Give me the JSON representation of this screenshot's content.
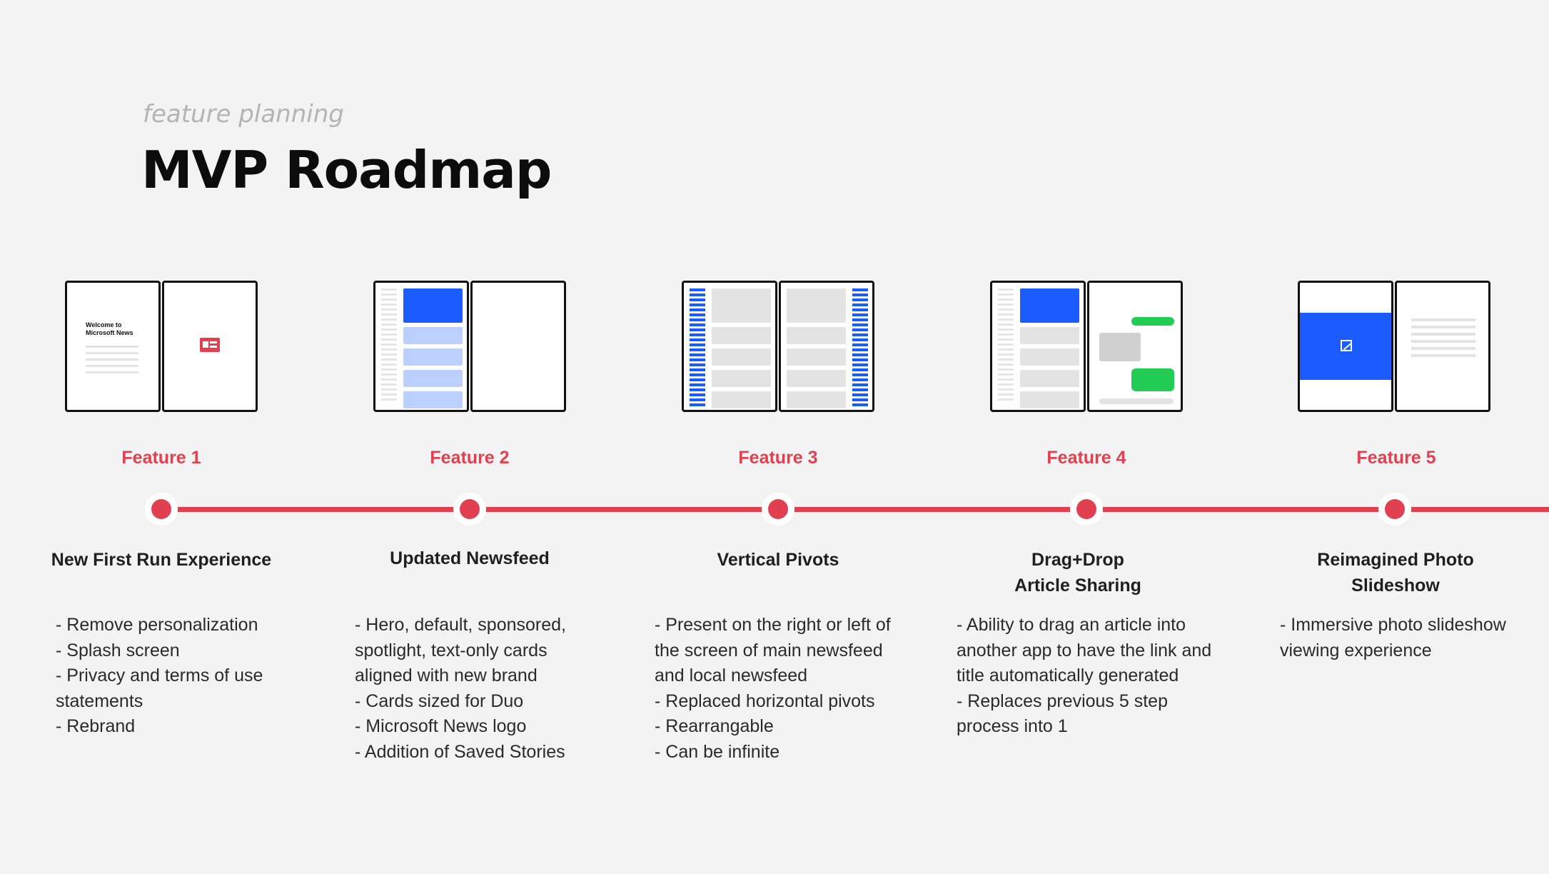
{
  "header": {
    "subtitle": "feature planning",
    "title": "MVP Roadmap"
  },
  "colors": {
    "accent": "#e0404f",
    "blue": "#1a5cff",
    "light_blue": "#bcd0ff",
    "green": "#22cc55",
    "gray": "#e3e3e3"
  },
  "features": [
    {
      "label": "Feature 1",
      "title": "New First Run Experience",
      "mock_welcome": "Welcome to Microsoft News",
      "bullets": [
        "- Remove personalization",
        "- Splash screen",
        "- Privacy and terms of use statements",
        "- Rebrand"
      ]
    },
    {
      "label": "Feature 2",
      "title": "Updated Newsfeed",
      "bullets": [
        "- Hero, default, sponsored, spotlight, text-only cards aligned with new brand",
        "- Cards sized for Duo",
        "- Microsoft News logo",
        "- Addition of Saved Stories"
      ]
    },
    {
      "label": "Feature 3",
      "title": "Vertical Pivots",
      "bullets": [
        "- Present on the right or left of the screen of main newsfeed and local newsfeed",
        "- Replaced horizontal pivots",
        "- Rearrangable",
        "- Can be infinite"
      ]
    },
    {
      "label": "Feature 4",
      "title": "Drag+Drop Article Sharing",
      "bullets": [
        "- Ability to drag an article into another app to have the link and title automatically generated",
        "- Replaces previous 5 step process into 1"
      ]
    },
    {
      "label": "Feature 5",
      "title": "Reimagined Photo Slideshow",
      "bullets": [
        "- Immersive photo slideshow viewing experience"
      ]
    }
  ]
}
